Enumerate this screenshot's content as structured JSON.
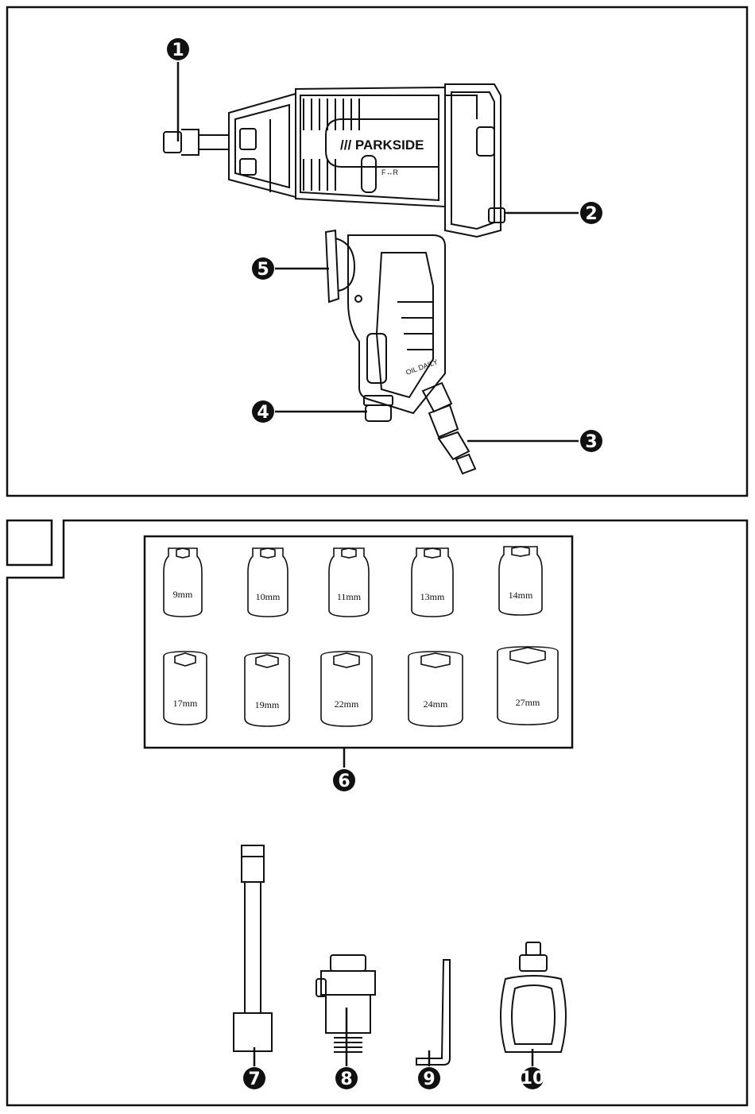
{
  "figure_top": {
    "brand_text": "/// PARKSIDE",
    "direction_label": "F↔R",
    "oil_label": "OIL DAILY",
    "callouts": [
      "1",
      "2",
      "3",
      "4",
      "5"
    ]
  },
  "figure_bottom": {
    "sockets_row1": [
      "9mm",
      "10mm",
      "11mm",
      "13mm",
      "14mm"
    ],
    "sockets_row2": [
      "17mm",
      "19mm",
      "22mm",
      "24mm",
      "27mm"
    ],
    "callouts": [
      "6",
      "7",
      "8",
      "9",
      "10"
    ]
  },
  "colors": {
    "ink": "#111111",
    "paper": "#ffffff"
  },
  "icons": {
    "tool": "impact-wrench-icon",
    "socket": "socket-icon",
    "extension": "extension-bar-icon",
    "adapter": "air-connector-icon",
    "key": "hex-key-icon",
    "ring": "universal-joint-icon"
  }
}
